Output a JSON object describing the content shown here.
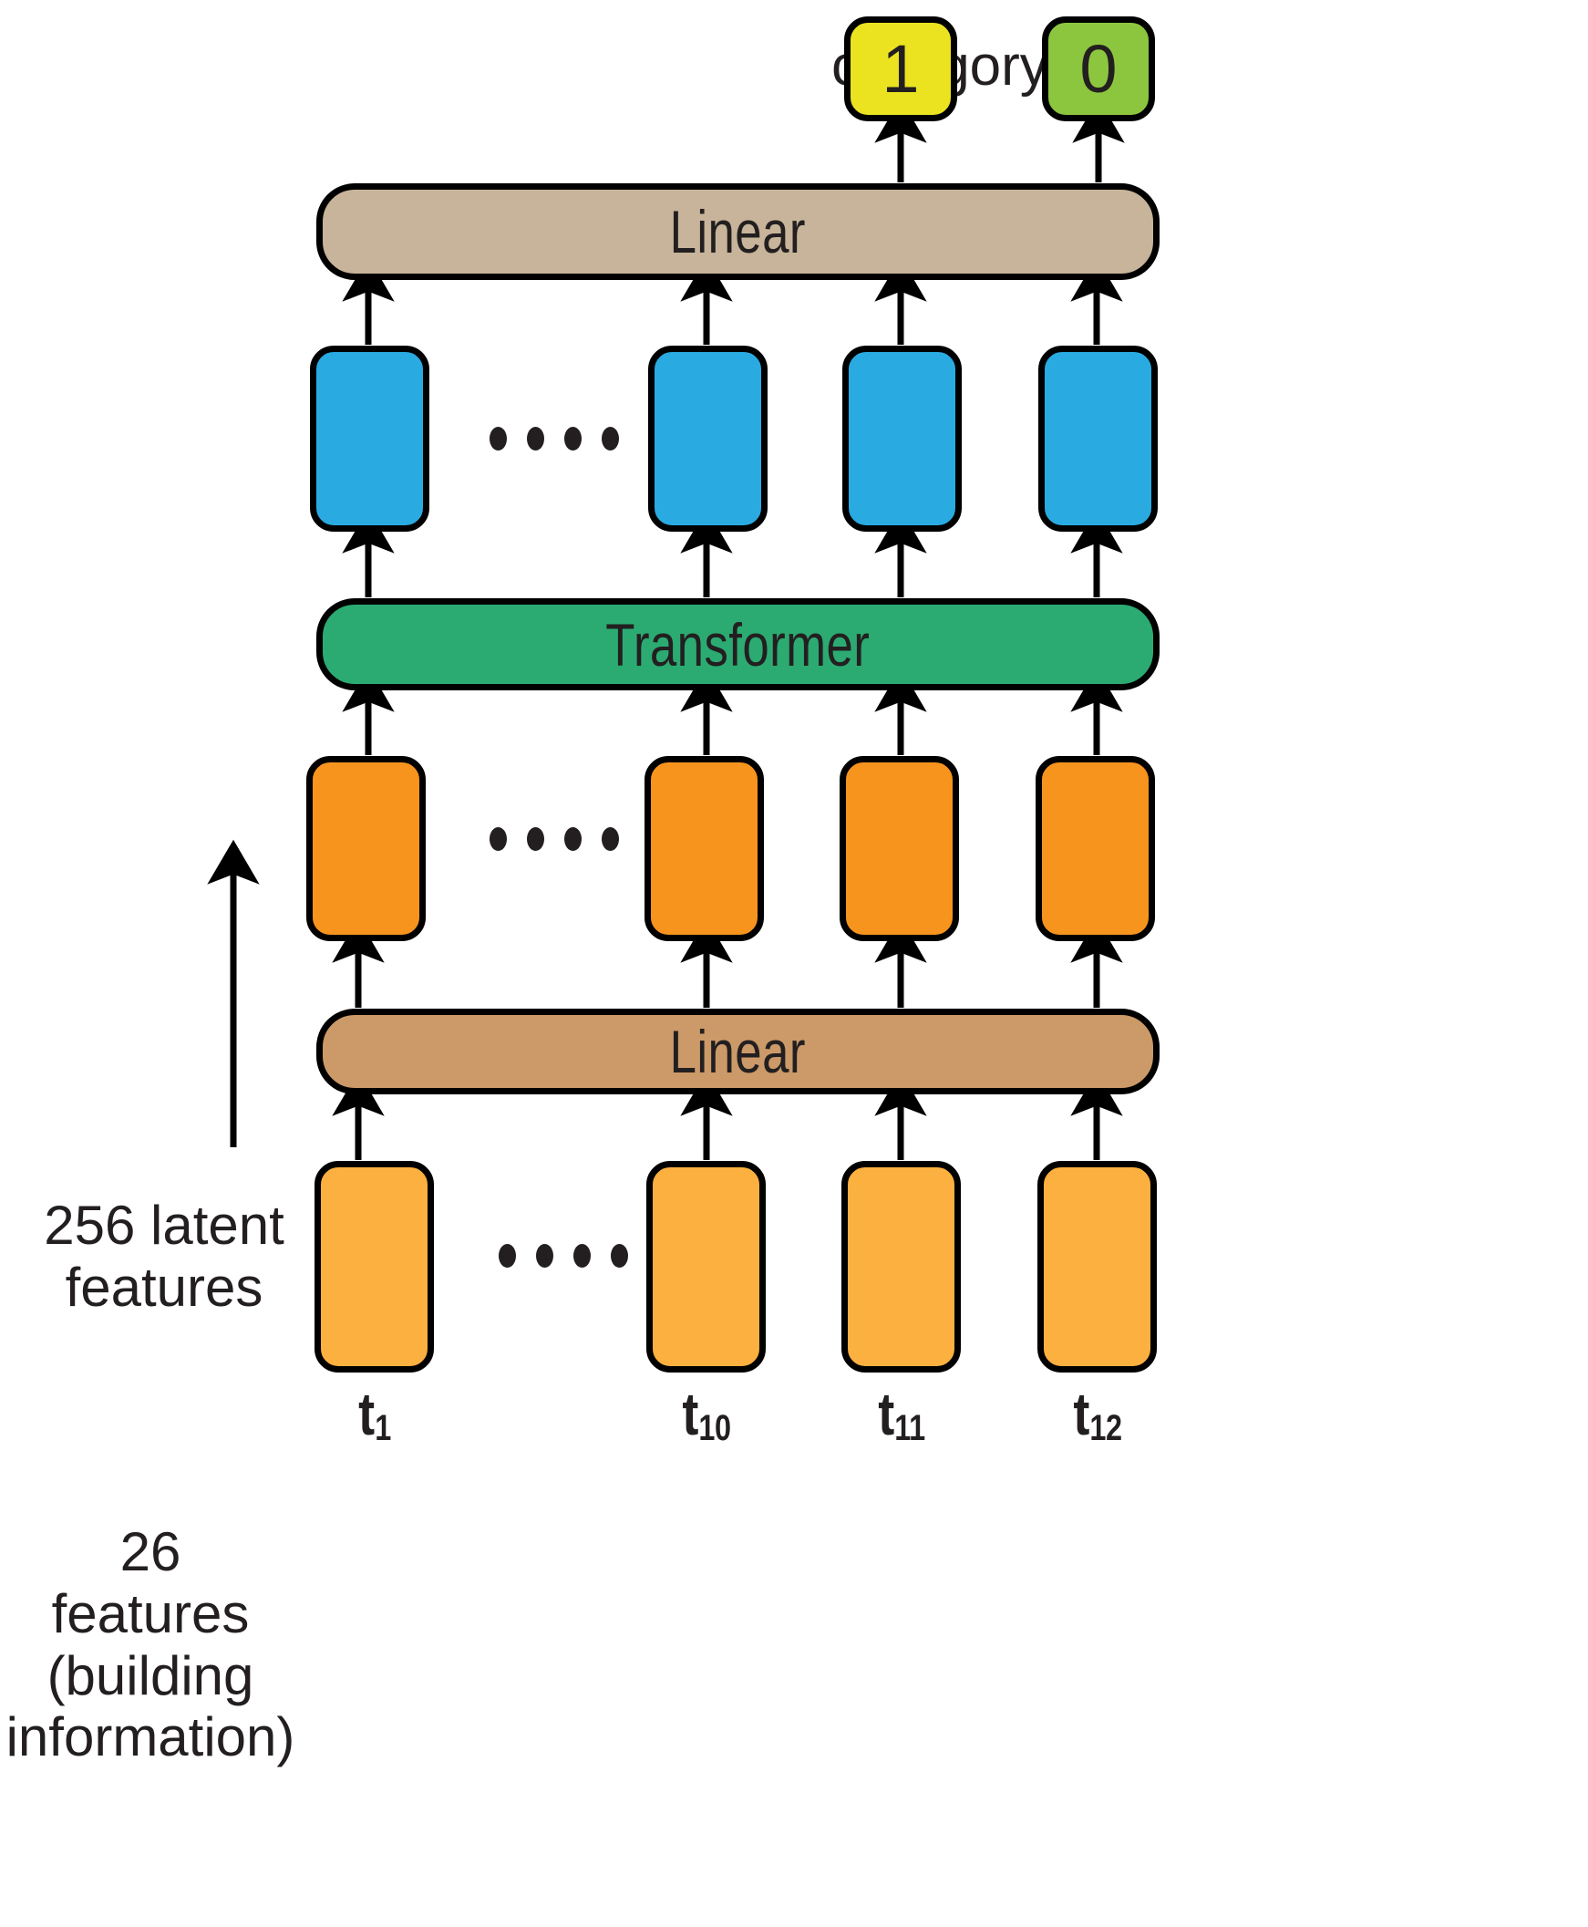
{
  "diagram": {
    "title_text": "category",
    "outputs": [
      {
        "value": "1",
        "color": "#ebe320",
        "name": "category-1"
      },
      {
        "value": "0",
        "color": "#8cc63f",
        "name": "category-0"
      }
    ],
    "layers": [
      {
        "id": "linear-top",
        "label": "Linear",
        "color": "#c7b49a",
        "type": "bar"
      },
      {
        "id": "embed-out",
        "label": "",
        "color": "#29abe2",
        "type": "token-row"
      },
      {
        "id": "transformer",
        "label": "Transformer",
        "color": "#2bab72",
        "type": "bar"
      },
      {
        "id": "embed-in",
        "label": "",
        "color": "#f7941e",
        "type": "token-row"
      },
      {
        "id": "linear-bottom",
        "label": "Linear",
        "color": "#cb9a68",
        "type": "bar"
      },
      {
        "id": "input-row",
        "label": "",
        "color": "#fbb03f",
        "type": "token-row"
      }
    ],
    "annotations": {
      "latent": {
        "lines": [
          "256 latent",
          "features"
        ]
      },
      "input": {
        "lines": [
          "26",
          "features",
          "(building",
          "information)"
        ]
      }
    },
    "timesteps": [
      {
        "base": "t",
        "sub": "1"
      },
      {
        "base": "t",
        "sub": "10"
      },
      {
        "base": "t",
        "sub": "11"
      },
      {
        "base": "t",
        "sub": "12"
      }
    ],
    "ellipsis_dots": [
      "dot",
      "dot",
      "dot",
      "dot"
    ]
  }
}
